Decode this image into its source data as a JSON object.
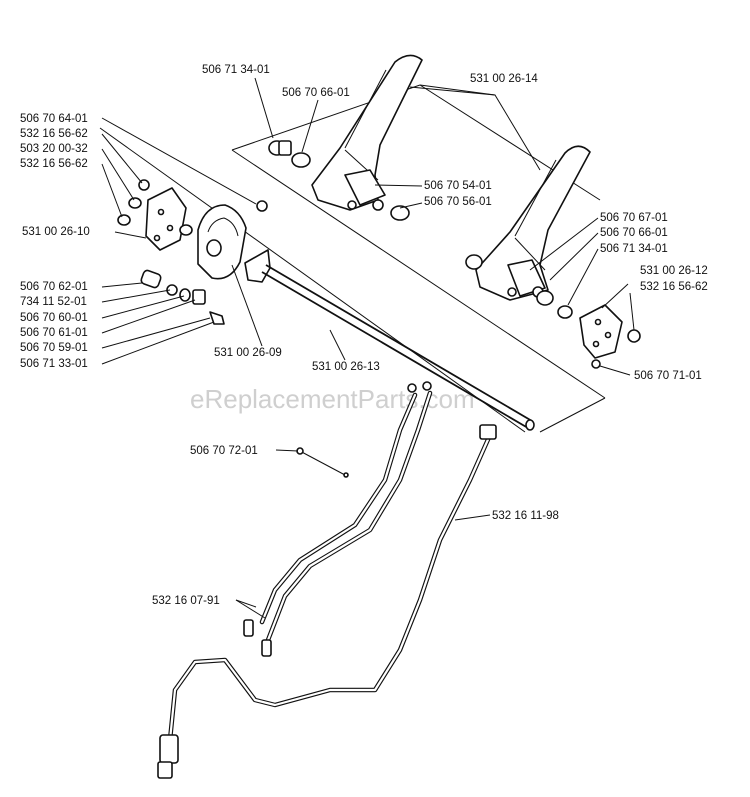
{
  "watermark": "eReplacementParts.com",
  "labels": [
    {
      "id": "l1",
      "text": "506 71 34-01"
    },
    {
      "id": "l2",
      "text": "506 70 66-01"
    },
    {
      "id": "l3",
      "text": "531 00 26-14"
    },
    {
      "id": "l4",
      "text": "506 70 64-01"
    },
    {
      "id": "l5",
      "text": "532 16 56-62"
    },
    {
      "id": "l6",
      "text": "503 20 00-32"
    },
    {
      "id": "l7",
      "text": "532 16 56-62"
    },
    {
      "id": "l8",
      "text": "506 70 54-01"
    },
    {
      "id": "l9",
      "text": "506 70 56-01"
    },
    {
      "id": "l10",
      "text": "531 00 26-10"
    },
    {
      "id": "l11",
      "text": "506 70 67-01"
    },
    {
      "id": "l12",
      "text": "506 70 66-01"
    },
    {
      "id": "l13",
      "text": "506 71 34-01"
    },
    {
      "id": "l14",
      "text": "531 00 26-12"
    },
    {
      "id": "l15",
      "text": "532 16 56-62"
    },
    {
      "id": "l16",
      "text": "506 70 62-01"
    },
    {
      "id": "l17",
      "text": "734 11 52-01"
    },
    {
      "id": "l18",
      "text": "506 70 60-01"
    },
    {
      "id": "l19",
      "text": "506 70 61-01"
    },
    {
      "id": "l20",
      "text": "506 70 59-01"
    },
    {
      "id": "l21",
      "text": "506 71 33-01"
    },
    {
      "id": "l22",
      "text": "531 00 26-09"
    },
    {
      "id": "l23",
      "text": "531 00 26-13"
    },
    {
      "id": "l24",
      "text": "506 70 71-01"
    },
    {
      "id": "l25",
      "text": "506 70 72-01"
    },
    {
      "id": "l26",
      "text": "532 16 11-98"
    },
    {
      "id": "l27",
      "text": "532 16 07-91"
    }
  ]
}
